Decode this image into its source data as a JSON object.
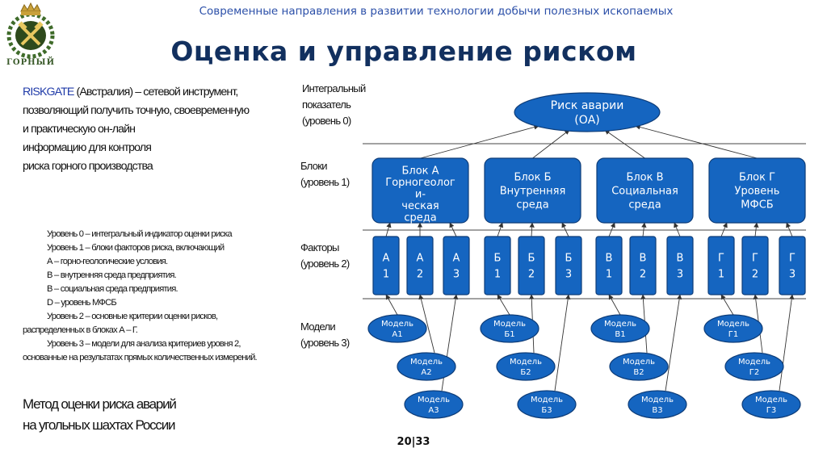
{
  "header": {
    "subtitle": "Современные направления в развитии технологии добычи полезных ископаемых",
    "title": "Оценка и управление риском",
    "logo_text": "ГОРНЫЙ",
    "logo_icon": "crown-crossed-hammers-icon"
  },
  "intro": {
    "highlight": "RISKGATE",
    "lines": [
      " (Австралия) – сетевой инструмент,",
      "позволяющий получить точную, своевременную",
      "и практическую он-лайн",
      "информацию для контроля",
      "риска горного производства"
    ]
  },
  "legend": [
    "Уровень 0 – интегральный индикатор оценки риска",
    "Уровень 1 – блоки факторов риска, включающий",
    "А – горно-геологические условия.",
    "В – внутренняя среда предприятия.",
    "В – социальная среда предприятия.",
    "D – уровень МФСБ",
    "Уровень 2 – основные критерии оценки рисков,",
    "распределенных в блоках А – Г.",
    "Уровень 3 – модели для анализа критериев уровня 2,",
    "основанные на результатах прямых количественных измерений."
  ],
  "method": [
    "Метод оценки риска аварий",
    "на угольных шахтах России"
  ],
  "levels": {
    "level0": [
      "Интегральный",
      "показатель",
      "(уровень 0)"
    ],
    "level1": [
      "Блоки",
      "(уровень 1)"
    ],
    "level2": [
      "Факторы",
      "(уровень 2)"
    ],
    "level3": [
      "Модели",
      "(уровень 3)"
    ]
  },
  "top_node": [
    "Риск аварии",
    "(ОА)"
  ],
  "blocks": [
    [
      "Блок А",
      "Горногеолог",
      "и-",
      "ческая",
      "среда"
    ],
    [
      "Блок Б",
      "Внутренняя",
      "среда"
    ],
    [
      "Блок В",
      "Социальная",
      "среда"
    ],
    [
      "Блок Г",
      "Уровень",
      "МФСБ"
    ]
  ],
  "factors": [
    [
      [
        "А",
        "1"
      ],
      [
        "А",
        "2"
      ],
      [
        "А",
        "3"
      ]
    ],
    [
      [
        "Б",
        "1"
      ],
      [
        "Б",
        "2"
      ],
      [
        "Б",
        "3"
      ]
    ],
    [
      [
        "В",
        "1"
      ],
      [
        "В",
        "2"
      ],
      [
        "В",
        "3"
      ]
    ],
    [
      [
        "Г",
        "1"
      ],
      [
        "Г",
        "2"
      ],
      [
        "Г",
        "3"
      ]
    ]
  ],
  "models": [
    [
      [
        "Модель",
        "А1"
      ],
      [
        "Модель",
        "А2"
      ],
      [
        "Модель",
        "А3"
      ]
    ],
    [
      [
        "Модель",
        "Б1"
      ],
      [
        "Модель",
        "Б2"
      ],
      [
        "Модель",
        "Б3"
      ]
    ],
    [
      [
        "Модель",
        "В1"
      ],
      [
        "Модель",
        "В2"
      ],
      [
        "Модель",
        "В3"
      ]
    ],
    [
      [
        "Модель",
        "Г1"
      ],
      [
        "Модель",
        "Г2"
      ],
      [
        "Модель",
        "Г3"
      ]
    ]
  ],
  "colors": {
    "node_fill": "#1565c0",
    "node_stroke": "#0d3c78",
    "title": "#12305f",
    "subtitle": "#2b4fa8",
    "highlight": "#1f3aa8"
  },
  "page_number": "20|33"
}
